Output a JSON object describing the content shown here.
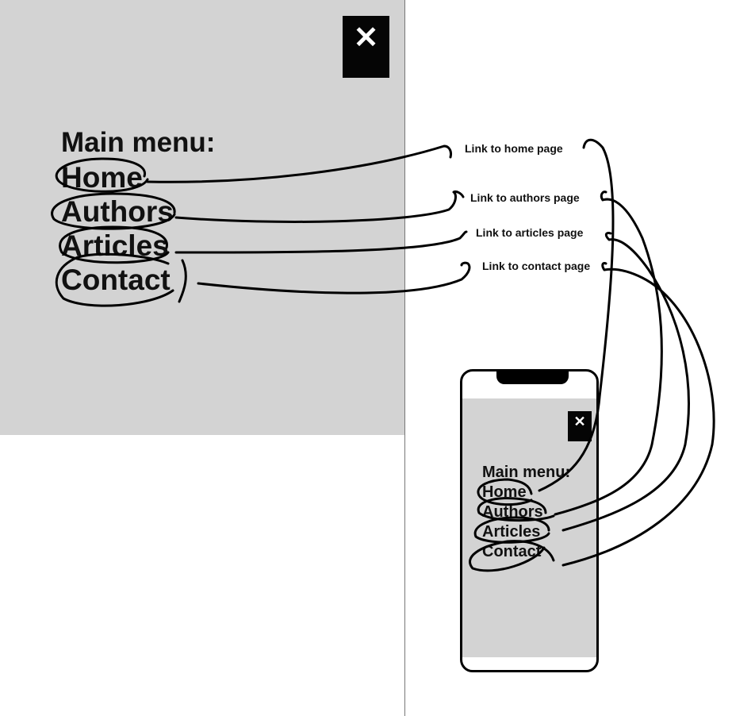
{
  "desktop": {
    "close_glyph": "✕",
    "menu_title": "Main menu:",
    "items": [
      "Home",
      "Authors",
      "Articles",
      "Contact"
    ]
  },
  "annotations": [
    "Link to home page",
    "Link to authors page",
    "Link to articles page",
    "Link to contact page"
  ],
  "mobile": {
    "close_glyph": "✕",
    "menu_title": "Main menu:",
    "items": [
      "Home",
      "Authors",
      "Articles",
      "Contact"
    ]
  },
  "colors": {
    "panel_background": "#d3d3d3",
    "close_button": "#050505",
    "ink": "#000000"
  }
}
